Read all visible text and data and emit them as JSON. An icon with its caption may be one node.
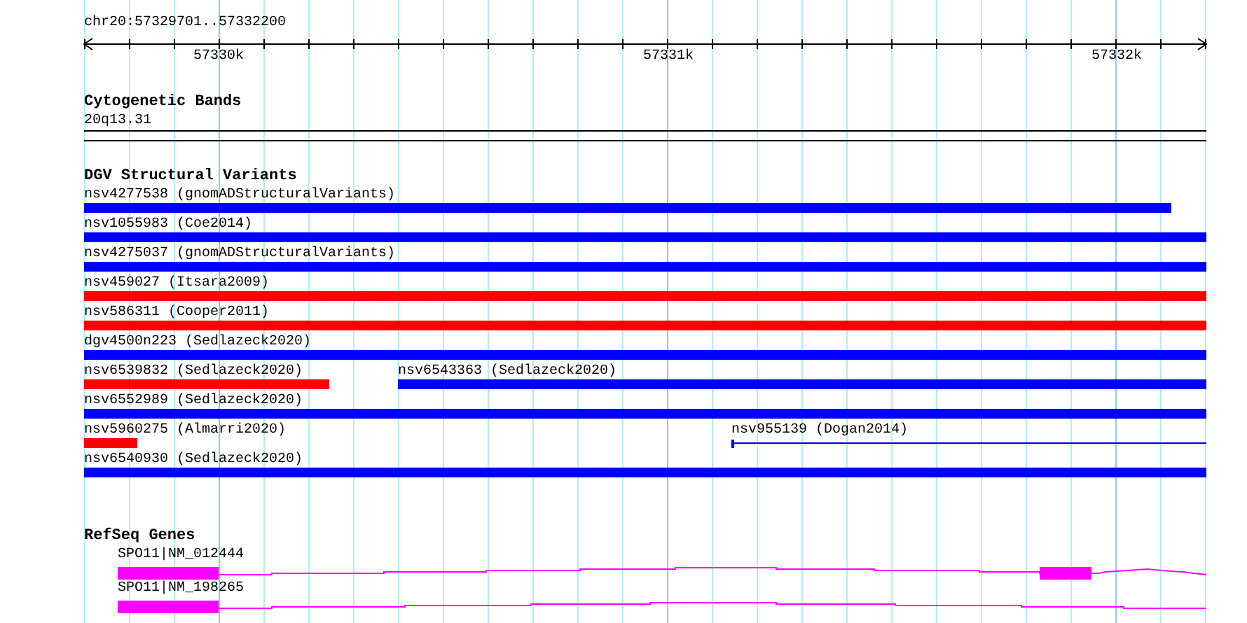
{
  "diagram": {
    "nodes": [
      {
        "text": [
          "nsv4277538 (gnomADStructuralVariants)"
        ]
      },
      {
        "text": [
          "nsv1055983 (Coe2014)"
        ]
      },
      {
        "text": [
          "nsv4275037 (gnomADStructuralVariants)"
        ]
      },
      {
        "text": [
          "nsv459027 (Itsara2009)"
        ]
      },
      {
        "text": [
          "nsv586311 (Cooper2011)"
        ]
      },
      {
        "text": [
          "dgv4500n223 (Sedlazeck2020)"
        ]
      },
      {
        "text": [
          "nsv6539832 (Sedlazeck2020)"
        ]
      },
      {
        "text": [
          "nsv6543363 (Sedlazeck2020)"
        ]
      },
      {
        "text": [
          "nsv6552989 (Sedlazeck2020)"
        ]
      },
      {
        "text": [
          "nsv5960275 (Almarri2020)"
        ]
      },
      {
        "text": [
          "nsv955139 (Dogan2014)"
        ]
      },
      {
        "text": [
          "nsv6540930 (Sedlazeck2020)"
        ]
      },
      {
        "text": [
          "SPO11|NM_012444"
        ]
      },
      {
        "text": [
          "SPO11|NM_198265"
        ]
      }
    ],
    "labels": [
      "chr20:57329701..57332200",
      "57330k",
      "57331k",
      "57332k",
      "Cytogenetic Bands",
      "20q13.31",
      "DGV Structural Variants",
      "RefSeq Genes"
    ]
  }
}
